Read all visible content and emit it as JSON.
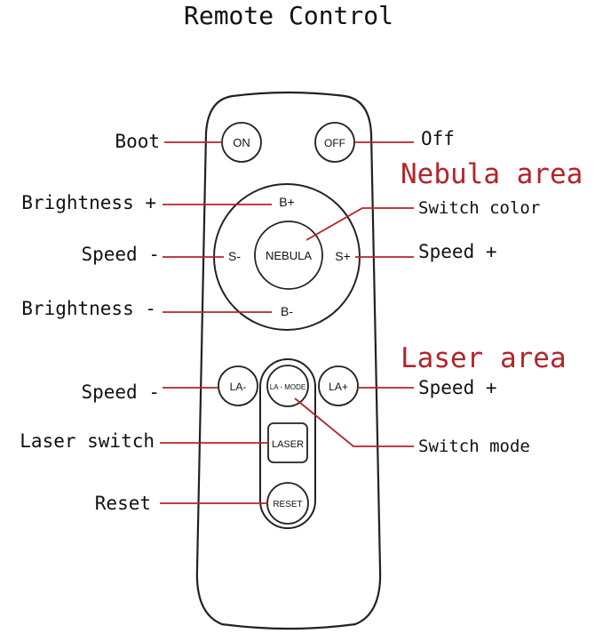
{
  "title": "Remote Control",
  "areas": {
    "nebula": "Nebula area",
    "laser": "Laser area"
  },
  "buttons": {
    "on": "ON",
    "off": "OFF",
    "b_plus": "B+",
    "b_minus": "B-",
    "s_minus": "S-",
    "s_plus": "S+",
    "nebula": "NEBULA",
    "la_minus": "LA-",
    "la_plus": "LA+",
    "la_mode": "LA - MODE",
    "laser": "LASER",
    "reset": "RESET"
  },
  "labels": {
    "boot": "Boot",
    "off": "Off",
    "brightness_plus": "Brightness +",
    "switch_color": "Switch color",
    "nebula_speed_minus": "Speed -",
    "nebula_speed_plus": "Speed +",
    "brightness_minus": "Brightness -",
    "laser_speed_minus": "Speed -",
    "laser_speed_plus": "Speed +",
    "laser_switch": "Laser switch",
    "switch_mode": "Switch mode",
    "reset": "Reset"
  },
  "colors": {
    "leader_line": "#b3242a",
    "area_heading": "#b3242a",
    "outline": "#222222",
    "text": "#111111"
  }
}
